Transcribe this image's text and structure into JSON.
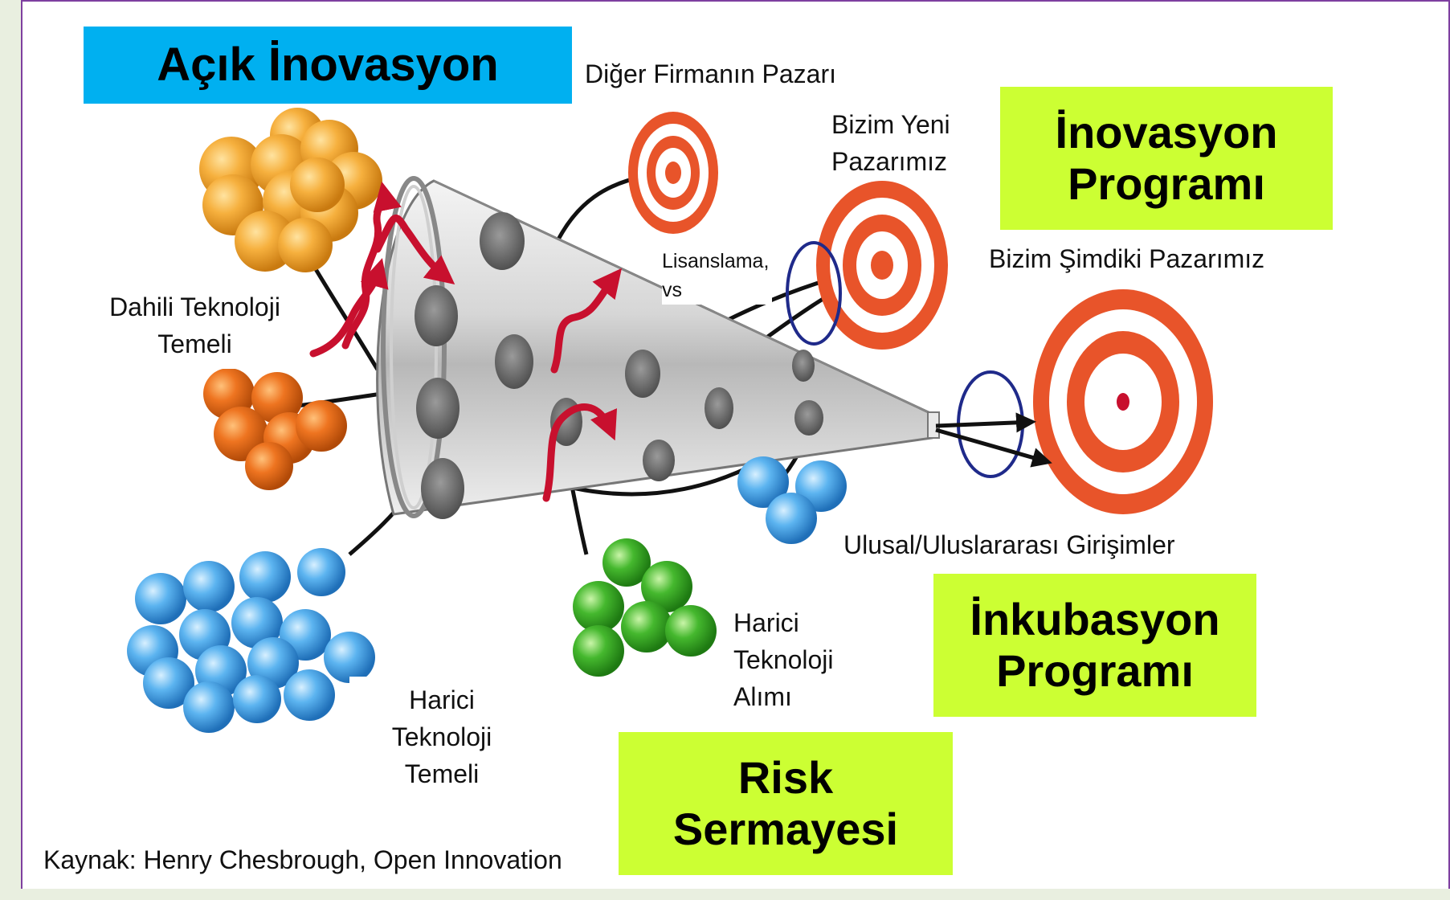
{
  "title_box": {
    "text": "Açık İnovasyon",
    "color": "#00b0f0"
  },
  "program_boxes": [
    {
      "id": "inovasyon",
      "line1": "İnovasyon",
      "line2": "Programı"
    },
    {
      "id": "inkubasyon",
      "line1": "İnkubasyon",
      "line2": "Programı"
    },
    {
      "id": "risk",
      "line1": "Risk",
      "line2": "Sermayesi"
    }
  ],
  "labels": {
    "diger_firma": "Diğer Firmanın Pazarı",
    "bizim_yeni_1": "Bizim Yeni",
    "bizim_yeni_2": "Pazarımız",
    "bizim_simdiki": "Bizim Şimdiki Pazarımız",
    "lisanslama_1": "Lisanslama,",
    "lisanslama_2": "vs",
    "dahili_1": "Dahili Teknoloji",
    "dahili_2": "Temeli",
    "ulusal": "Ulusal/Uluslararası Girişimler",
    "harici_alim_1": "Harici",
    "harici_alim_2": "Teknoloji",
    "harici_alim_3": "Alımı",
    "harici_temel_1": "Harici",
    "harici_temel_2": "Teknoloji",
    "harici_temel_3": "Temeli"
  },
  "source": "Kaynak: Henry Chesbrough, Open Innovation",
  "colors": {
    "accent_lime": "#ccff33",
    "accent_cyan": "#00b0f0",
    "target_orange": "#e8542a",
    "arrow_red": "#c8102e",
    "ring_navy": "#1f2a8a",
    "orange_balls": "#f2a23a",
    "dark_orange_balls": "#e86a1c",
    "blue_balls": "#4aa8ea",
    "green_balls": "#3ab32a",
    "frame": "#7e3fa0"
  }
}
